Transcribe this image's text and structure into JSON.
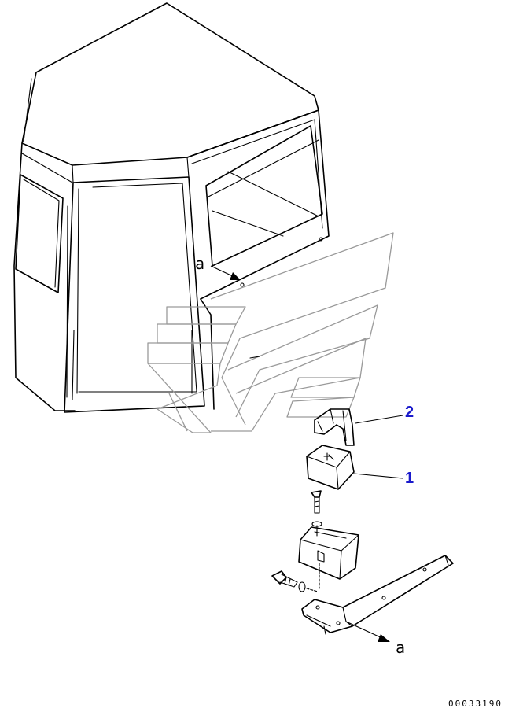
{
  "callouts": {
    "part_1": "1",
    "part_2": "2"
  },
  "view_marks": {
    "upper": "a",
    "lower": "a"
  },
  "drawing_code": "00033190",
  "colors": {
    "line": "#000000",
    "callout": "#1a1acc",
    "logo_outline": "#9a9a9a"
  }
}
